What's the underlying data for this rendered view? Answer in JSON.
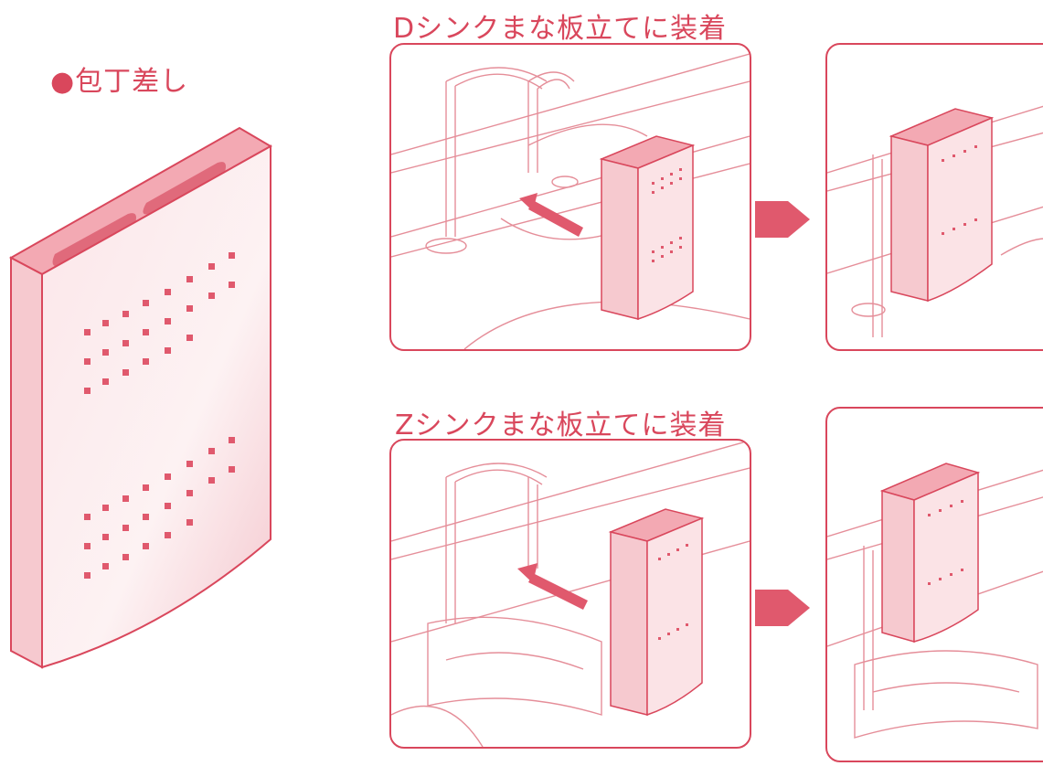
{
  "main_title": "●包丁差し",
  "d_sink": {
    "title": "Dシンクまな板立てに装着"
  },
  "z_sink": {
    "title": "Zシンクまな板立てに装着"
  },
  "colors": {
    "accent": "#d9475c",
    "pink_fill": "#f6c9cf",
    "pink_light": "#fbe3e6",
    "line": "#e58e99"
  }
}
